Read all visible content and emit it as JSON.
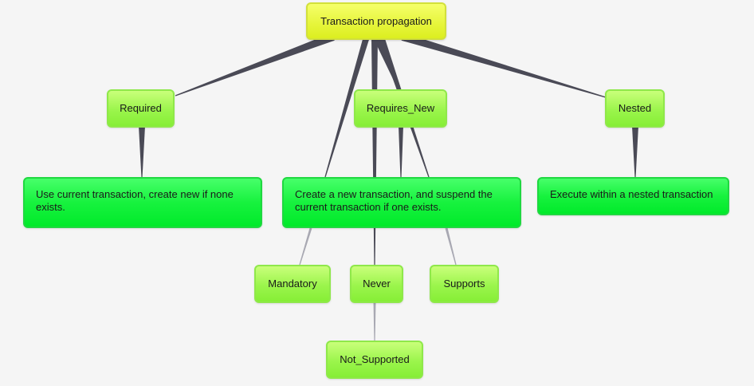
{
  "diagram": {
    "root": "Transaction propagation",
    "topics": {
      "required": "Required",
      "requires_new": "Requires_New",
      "nested": "Nested",
      "mandatory": "Mandatory",
      "never": "Never",
      "supports": "Supports",
      "not_supported": "Not_Supported"
    },
    "descriptions": {
      "required": "Use current transaction, create new if none exists.",
      "requires_new": "Create a new transaction, and suspend the current transaction if one exists.",
      "nested": "Execute within a nested transaction"
    },
    "colors": {
      "root_fill": "#e6f53a",
      "topic_fill": "#9bf54c",
      "description_fill": "#17f23e",
      "link_dark": "#4a4a56",
      "link_light": "#a8a8b2",
      "background": "#f5f5f5"
    }
  }
}
